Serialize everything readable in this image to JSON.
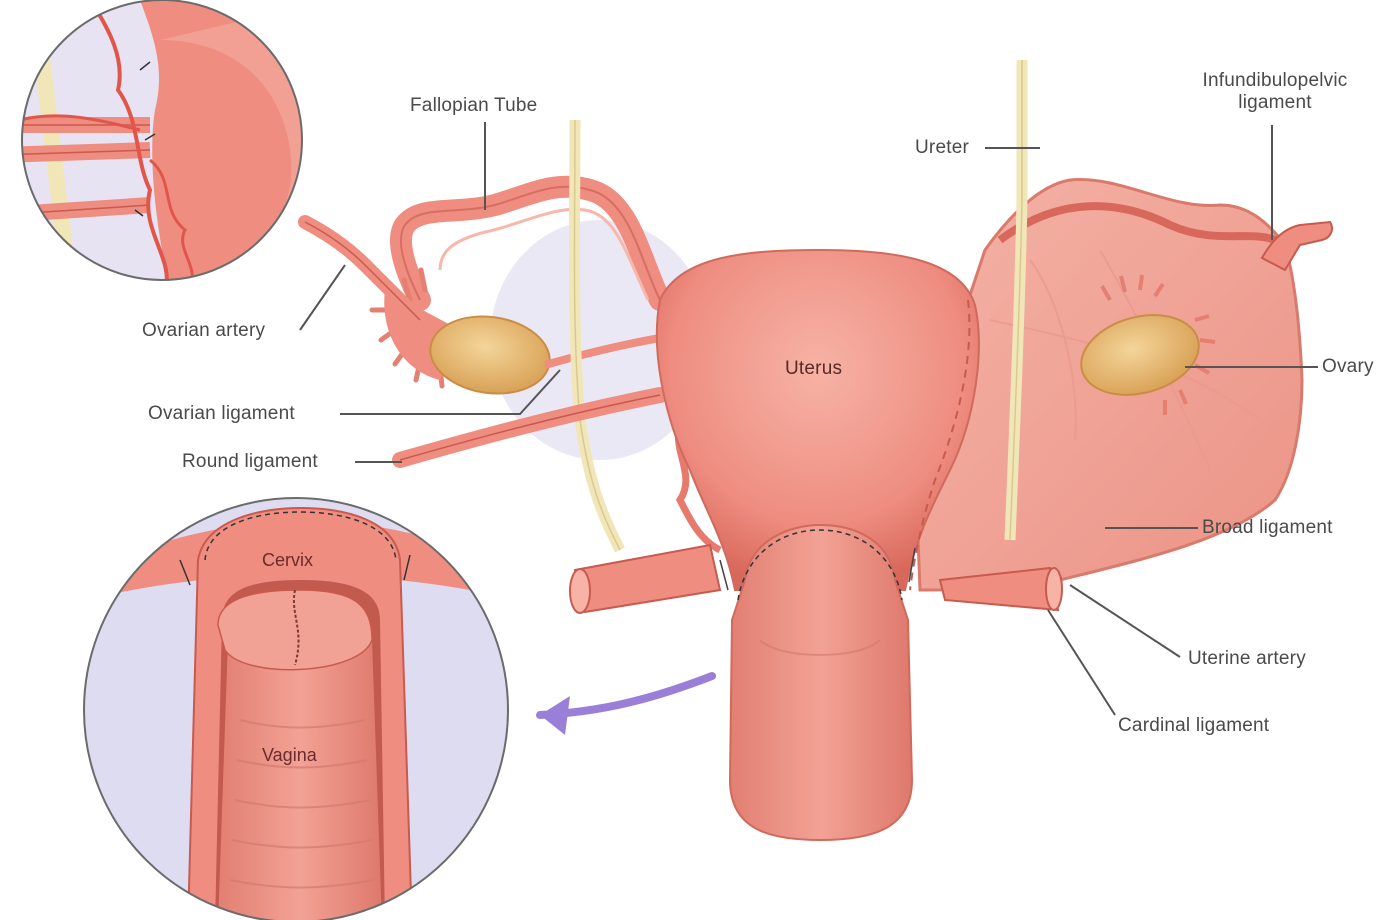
{
  "labels": {
    "fallopian_tube": "Fallopian Tube",
    "ureter": "Ureter",
    "infundibulopelvic_ligament": "Infundibulopelvic ligament",
    "ovarian_artery": "Ovarian artery",
    "uterus": "Uterus",
    "ovary": "Ovary",
    "ovarian_ligament": "Ovarian ligament",
    "round_ligament": "Round ligament",
    "broad_ligament": "Broad ligament",
    "uterine_artery": "Uterine artery",
    "cardinal_ligament": "Cardinal ligament",
    "cervix": "Cervix",
    "vagina": "Vagina"
  },
  "colors": {
    "tissue": "#ee8d80",
    "tissue_light": "#f6b3a6",
    "tissue_dark": "#c85a4e",
    "ovary": "#e6b56a",
    "ureter": "#f1e6b8",
    "inset_bg": "#dedcf1",
    "arrow": "#9a7fd8",
    "leader": "#555555"
  }
}
